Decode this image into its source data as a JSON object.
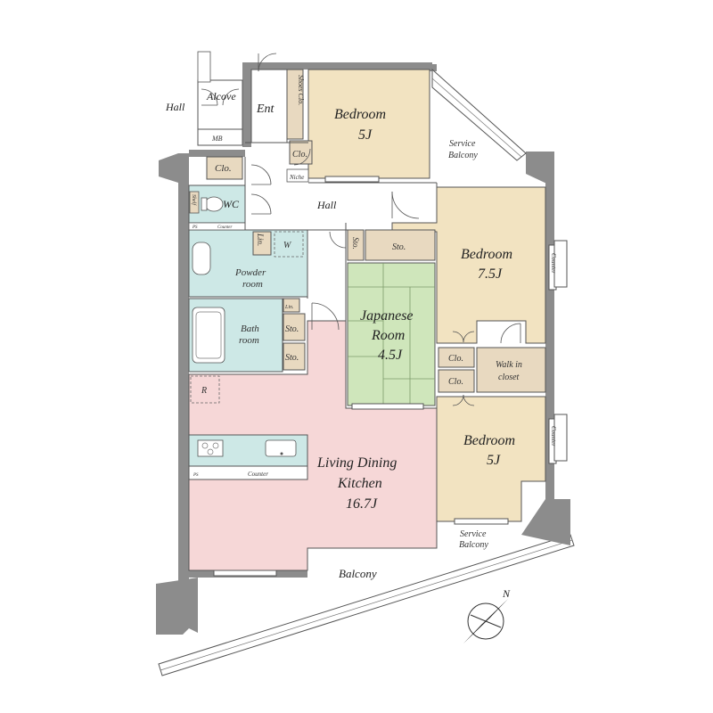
{
  "colors": {
    "wall": "#8c8c8c",
    "bedroom": "#f2e3c1",
    "japanese_room": "#cfe6bb",
    "wet_area": "#cde8e6",
    "ldk": "#f6d7d7",
    "storage": "#e8d9c0",
    "tatami_line": "#7d9b6b",
    "background": "#ffffff"
  },
  "rooms": {
    "bedroom_north": {
      "name": "Bedroom",
      "size": "5J"
    },
    "bedroom_east": {
      "name": "Bedroom",
      "size": "7.5J"
    },
    "bedroom_south": {
      "name": "Bedroom",
      "size": "5J"
    },
    "japanese": {
      "name_line1": "Japanese",
      "name_line2": "Room",
      "size": "4.5J"
    },
    "ldk": {
      "name_line1": "Living Dining",
      "name_line2": "Kitchen",
      "size": "16.7J"
    },
    "powder": {
      "line1": "Powder",
      "line2": "room"
    },
    "bath": {
      "line1": "Bath",
      "line2": "room"
    },
    "walk_in": {
      "line1": "Walk in",
      "line2": "closet"
    }
  },
  "labels": {
    "hall_outside": "Hall",
    "alcove": "Alcove",
    "mb": "MB",
    "ent": "Ent",
    "shoes_clo": "Shoes Clo.",
    "clo_entry": "Clo.",
    "niche": "Niche",
    "hall_inside": "Hall",
    "clo_wc": "Clo.",
    "wc": "WC",
    "shelf": "Shelf",
    "ps_wc": "PS",
    "counter_wc": "Counter",
    "lin_powder": "Lin.",
    "w": "W",
    "lin_bath": "Lin.",
    "sto_bath_1": "Sto.",
    "sto_bath_2": "Sto.",
    "sto_jp_v": "Sto.",
    "sto_jp": "Sto.",
    "clo_bed_1": "Clo.",
    "clo_bed_2": "Clo.",
    "r": "R",
    "ps_kitchen": "PS",
    "counter_kitchen": "Counter",
    "service_balcony_line1_n": "Service",
    "service_balcony_line2_n": "Balcony",
    "service_balcony_line1_s": "Service",
    "service_balcony_line2_s": "Balcony",
    "balcony": "Balcony",
    "counter_ac_1": "Counter",
    "counter_ac_2": "Counter",
    "north": "N"
  }
}
